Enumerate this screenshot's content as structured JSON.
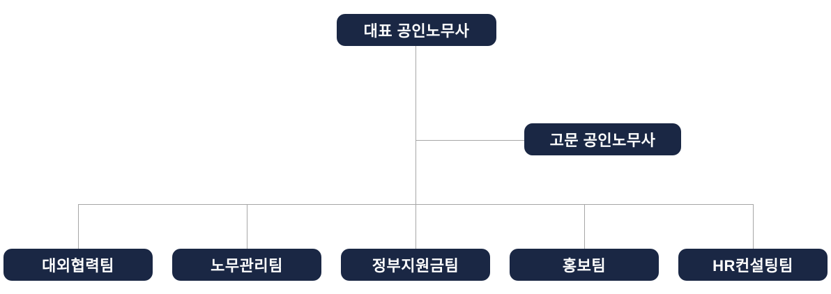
{
  "org_chart": {
    "title": "organization-chart",
    "colors": {
      "node_background": "#1a2744",
      "node_text": "#ffffff",
      "connector": "#a6a6a6",
      "page_background": "#ffffff"
    },
    "root": {
      "label": "대표 공인노무사"
    },
    "advisor": {
      "label": "고문 공인노무사"
    },
    "teams": [
      {
        "label": "대외협력팀"
      },
      {
        "label": "노무관리팀"
      },
      {
        "label": "정부지원금팀"
      },
      {
        "label": "홍보팀"
      },
      {
        "label": "HR컨설팅팀"
      }
    ]
  }
}
